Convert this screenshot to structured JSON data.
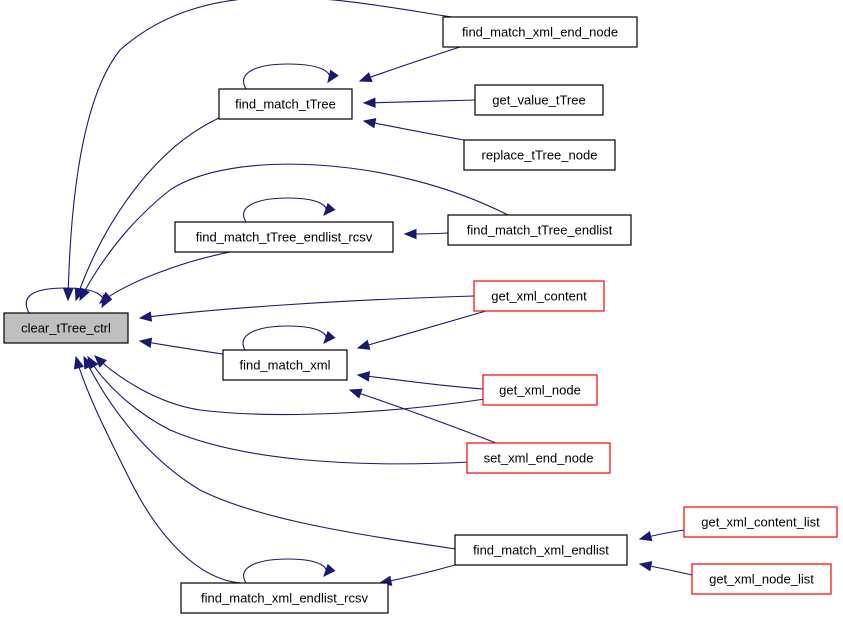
{
  "colors": {
    "edge": "#191970",
    "focus_fill": "#bfbfbf",
    "node_border": "#000000",
    "truncated_border": "#ff0000",
    "node_fill": "#ffffff"
  },
  "nodes": [
    {
      "id": "clear",
      "label": "clear_tTree_ctrl",
      "focus": true,
      "truncated": false
    },
    {
      "id": "fmt",
      "label": "find_match_tTree",
      "focus": false,
      "truncated": false
    },
    {
      "id": "fmten",
      "label": "find_match_xml_end_node",
      "focus": false,
      "truncated": false
    },
    {
      "id": "gvt",
      "label": "get_value_tTree",
      "focus": false,
      "truncated": false
    },
    {
      "id": "rtn",
      "label": "replace_tTree_node",
      "focus": false,
      "truncated": false
    },
    {
      "id": "fmtelr",
      "label": "find_match_tTree_endlist_rcsv",
      "focus": false,
      "truncated": false
    },
    {
      "id": "fmtel",
      "label": "find_match_tTree_endlist",
      "focus": false,
      "truncated": false
    },
    {
      "id": "gxc",
      "label": "get_xml_content",
      "focus": false,
      "truncated": true
    },
    {
      "id": "fmx",
      "label": "find_match_xml",
      "focus": false,
      "truncated": false
    },
    {
      "id": "gxn",
      "label": "get_xml_node",
      "focus": false,
      "truncated": true
    },
    {
      "id": "sxen",
      "label": "set_xml_end_node",
      "focus": false,
      "truncated": true
    },
    {
      "id": "fmxel",
      "label": "find_match_xml_endlist",
      "focus": false,
      "truncated": false
    },
    {
      "id": "gxcl",
      "label": "get_xml_content_list",
      "focus": false,
      "truncated": true
    },
    {
      "id": "gxnl",
      "label": "get_xml_node_list",
      "focus": false,
      "truncated": true
    },
    {
      "id": "fmxelr",
      "label": "find_match_xml_endlist_rcsv",
      "focus": false,
      "truncated": false
    }
  ],
  "edges": [
    {
      "from": "clear",
      "to": "clear"
    },
    {
      "from": "fmten",
      "to": "clear"
    },
    {
      "from": "fmt",
      "to": "clear"
    },
    {
      "from": "fmtel",
      "to": "clear"
    },
    {
      "from": "fmtelr",
      "to": "clear"
    },
    {
      "from": "gxc",
      "to": "clear"
    },
    {
      "from": "fmx",
      "to": "clear"
    },
    {
      "from": "gxn",
      "to": "clear"
    },
    {
      "from": "sxen",
      "to": "clear"
    },
    {
      "from": "fmxel",
      "to": "clear"
    },
    {
      "from": "fmxelr",
      "to": "clear"
    },
    {
      "from": "fmt",
      "to": "fmt"
    },
    {
      "from": "fmten",
      "to": "fmt"
    },
    {
      "from": "gvt",
      "to": "fmt"
    },
    {
      "from": "rtn",
      "to": "fmt"
    },
    {
      "from": "fmtelr",
      "to": "fmtelr"
    },
    {
      "from": "fmtel",
      "to": "fmtelr"
    },
    {
      "from": "fmx",
      "to": "fmx"
    },
    {
      "from": "gxc",
      "to": "fmx"
    },
    {
      "from": "gxn",
      "to": "fmx"
    },
    {
      "from": "sxen",
      "to": "fmx"
    },
    {
      "from": "fmxelr",
      "to": "fmxelr"
    },
    {
      "from": "fmxel",
      "to": "fmxelr"
    },
    {
      "from": "gxcl",
      "to": "fmxel"
    },
    {
      "from": "gxnl",
      "to": "fmxel"
    }
  ]
}
